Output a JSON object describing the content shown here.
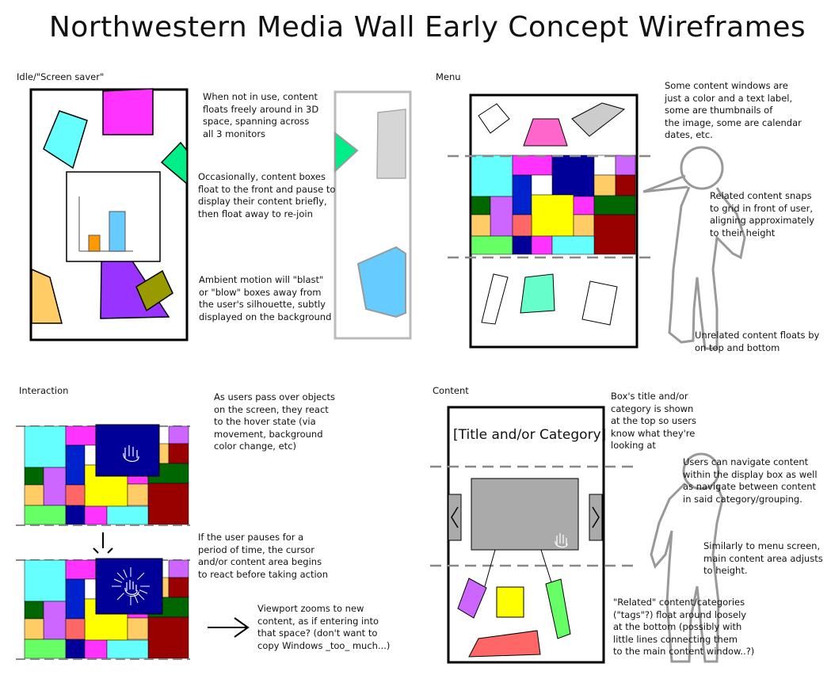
{
  "title": "Northwestern Media Wall Early Concept Wireframes",
  "panels": {
    "idle": {
      "label": "Idle/\"Screen saver\"",
      "notes": [
        "When not in use, content\nfloats freely around in 3D\nspace, spanning across\nall 3 monitors",
        "Occasionally, content boxes\nfloat to the front and pause to\ndisplay their content briefly,\nthen float away to re-join",
        "Ambient motion will \"blast\"\nor \"blow\" boxes away from\nthe user's silhouette, subtly\ndisplayed on the background"
      ]
    },
    "menu": {
      "label": "Menu",
      "notes": [
        "Some content windows are\njust a color and a text label,\nsome are thumbnails of\nthe image, some are calendar\ndates, etc.",
        "Related content snaps\nto grid in front of user,\naligning approximately\nto their height",
        "Unrelated content floats by\non top and bottom"
      ]
    },
    "interaction": {
      "label": "Interaction",
      "notes": [
        "As users pass over objects\non the screen, they react\nto the hover state (via\nmovement, background\ncolor change, etc)",
        "If the user pauses for a\nperiod of time, the cursor\nand/or content area begins\nto react before taking action",
        "Viewport zooms to new\ncontent, as if entering into\nthat space? (don't want to\ncopy Windows _too_ much...)"
      ]
    },
    "content": {
      "label": "Content",
      "box_title": "[Title and/or Category]",
      "notes": [
        "Box's title and/or\ncategory is shown\nat the top so users\nknow what they're\nlooking at",
        "Users can navigate content\nwithin the display box as well\nas navigate between content\nin said category/grouping.",
        "Similarly to menu screen,\nmain content area adjusts\nto height.",
        "\"Related\" content/categories\n(\"tags\"?) float around loosely\nat the bottom (possibly with\nlittle lines connecting them\nto the main content window..?)"
      ]
    }
  },
  "colors": {
    "cyan": "#66ffff",
    "magenta": "#ff33ff",
    "navy": "#000099",
    "yellow": "#ffff00",
    "red": "#990000",
    "green": "#006600",
    "purple": "#cc66ff",
    "orange": "#ffcc66",
    "lime": "#66ff66",
    "salmon": "#ff6666",
    "skyblue": "#66ccff",
    "olive": "#999900",
    "gray": "#aaaaaa"
  }
}
